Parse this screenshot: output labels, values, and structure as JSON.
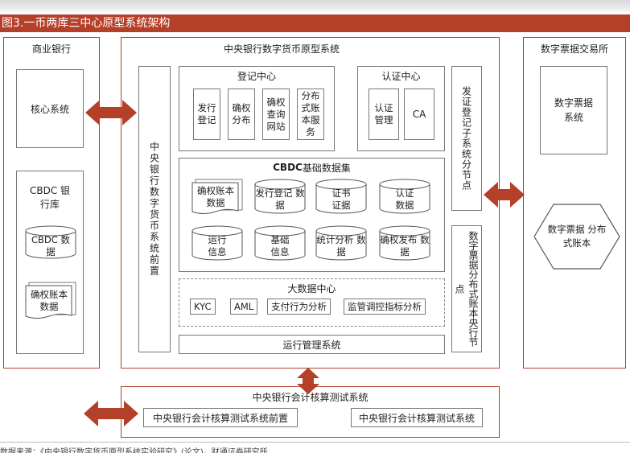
{
  "title": "图3.一币两库三中心原型系统架构",
  "commercial_bank": {
    "title": "商业银行",
    "core_system": "核心系统",
    "cbdc_vault": "CBDC 银行库",
    "cbdc_data": "CBDC 数据",
    "rights_ledger_data": "确权账本 数据"
  },
  "central_bank": {
    "title": "中央银行数字货币原型系统",
    "front_end": "中央银行数字货币系统前置",
    "registry_center": {
      "title": "登记中心",
      "items": [
        "发行登记",
        "确权分布",
        "确权查询网站",
        "分布式账本服务"
      ]
    },
    "auth_center": {
      "title": "认证中心",
      "items": [
        "认证管理",
        "CA"
      ]
    },
    "base_dataset": {
      "title_bold": "CBDC",
      "title_rest": "基础数据集",
      "items": [
        "确权账本 数据",
        "发行登记 数据",
        "证书 证据",
        "认证 数据",
        "运行 信息",
        "基础 信息",
        "统计分析 数据",
        "确权发布 数据"
      ]
    },
    "big_data": {
      "title": "大数据中心",
      "tags": [
        "KYC",
        "AML",
        "支付行为分析",
        "监管调控指标分析"
      ]
    },
    "ops_system": "运行管理系统",
    "issue_sub_node": "发证登记子系统分节点",
    "ledger_node": "数字票据分布式账本央行节点"
  },
  "exchange": {
    "title": "数字票据交易所",
    "bill_system": "数字票据 系统",
    "bill_ledger": "数字票据 分布式账本"
  },
  "accounting": {
    "title": "中央银行会计核算测试系统",
    "front": "中央银行会计核算测试系统前置",
    "system": "中央银行会计核算测试系统"
  },
  "source": "数据来源：《中央银行数字货币原型系统实验研究》(论文)，财通证券研究所",
  "colors": {
    "accent": "#b5402a",
    "border": "#777777"
  }
}
